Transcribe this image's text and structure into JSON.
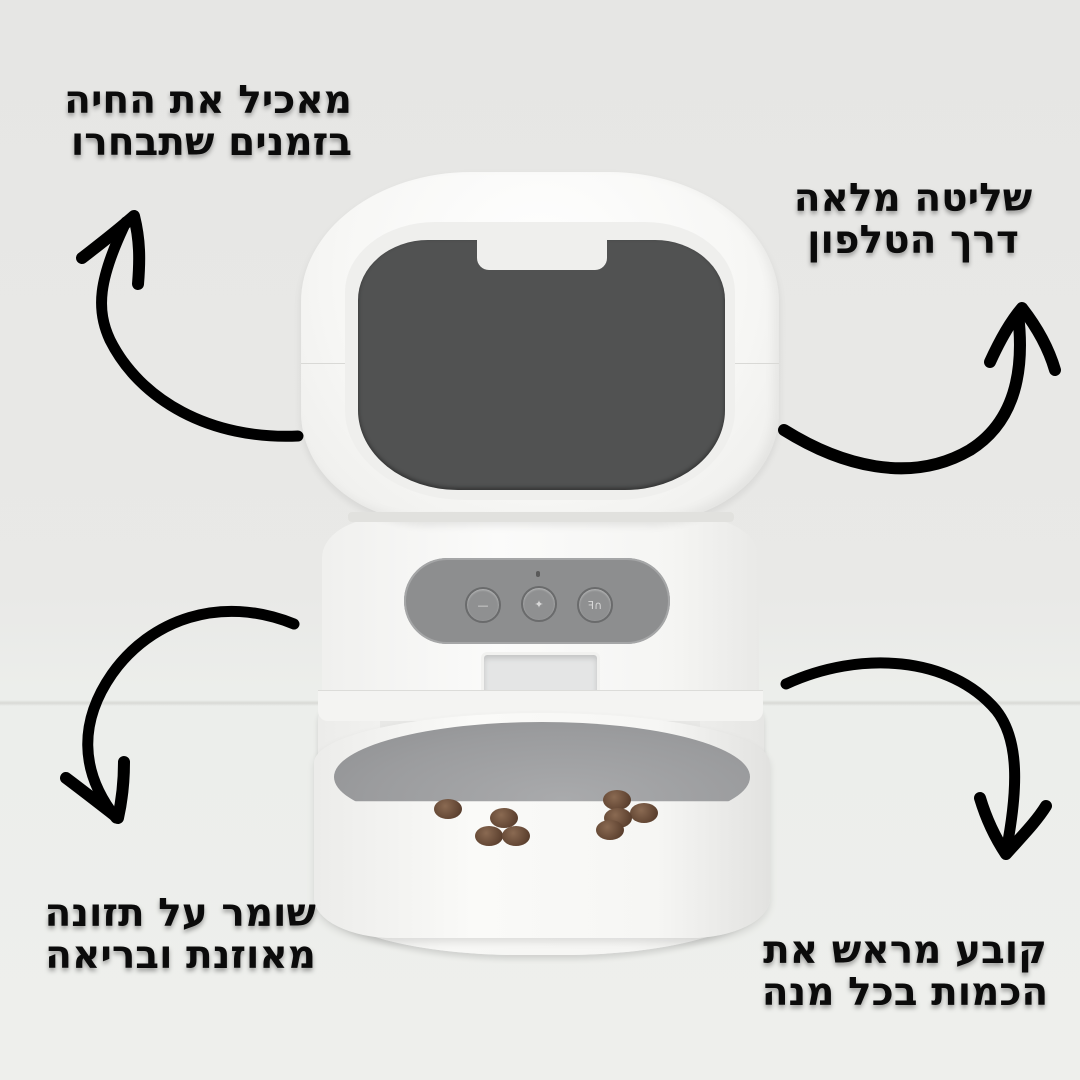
{
  "image": {
    "subject": "automatic pet feeder product image with feature annotations",
    "background_color": "#e8e8e6",
    "accent_color": "#0b0b0b"
  },
  "captions": {
    "top_left": {
      "line1": "מאכיל את החיה",
      "line2": "בזמנים שתבחרו"
    },
    "top_right": {
      "line1": "שליטה מלאה",
      "line2": "דרך הטלפון"
    },
    "bottom_left": {
      "line1": "שומר על תזונה",
      "line2": "מאוזנת ובריאה"
    },
    "bottom_right": {
      "line1": "קובע מראש את",
      "line2": "הכמות בכל מנה"
    }
  },
  "arrows": [
    {
      "position": "top-left",
      "direction": "curving-up",
      "icon": "curved-arrow-up-icon"
    },
    {
      "position": "top-right",
      "direction": "curving-up",
      "icon": "curved-arrow-up-icon"
    },
    {
      "position": "bottom-left",
      "direction": "curving-down",
      "icon": "curved-arrow-down-icon"
    },
    {
      "position": "bottom-right",
      "direction": "curving-down",
      "icon": "curved-arrow-down-icon"
    }
  ],
  "feeder": {
    "body_color": "#f6f6f4",
    "window_color": "#515252",
    "panel_color": "#8d8e8f",
    "bowl_inner_color": "#9d9ea0",
    "buttons": [
      {
        "name": "minus-button",
        "glyph": "—"
      },
      {
        "name": "feed-button",
        "glyph": "✦"
      },
      {
        "name": "record-button",
        "glyph": "ꟻ∩"
      }
    ]
  }
}
